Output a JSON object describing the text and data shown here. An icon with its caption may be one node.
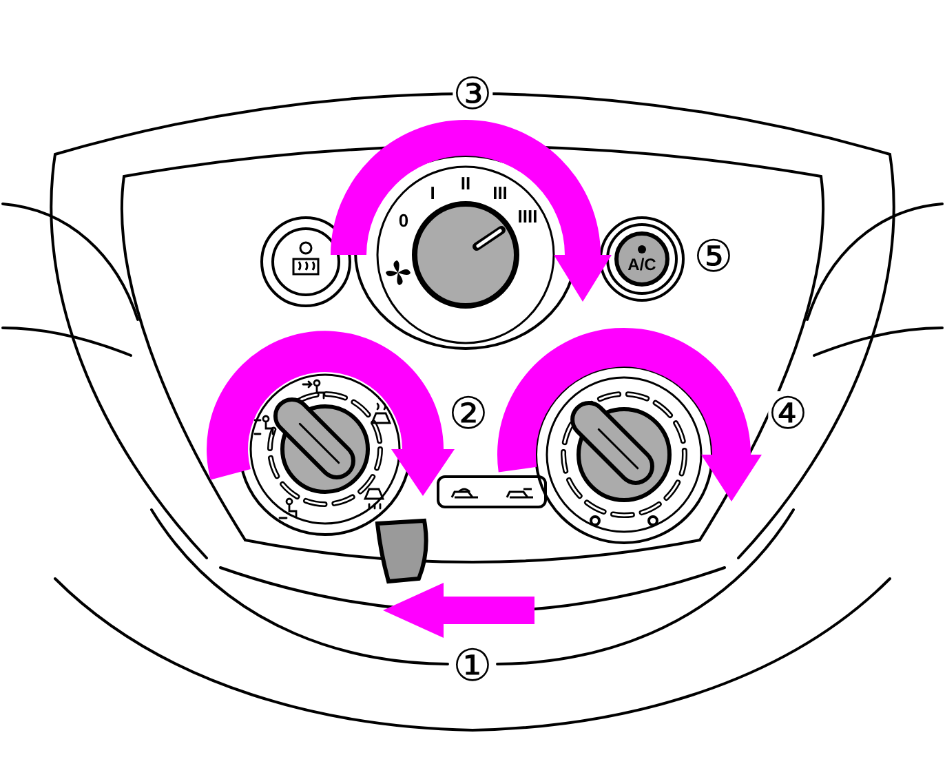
{
  "diagram": {
    "nodes": [
      {
        "text": [
          "A/C"
        ]
      }
    ],
    "labels": [
      "③",
      "0",
      "I",
      "II",
      "III",
      "IIII",
      "⑤",
      "②",
      "④",
      "①"
    ]
  }
}
